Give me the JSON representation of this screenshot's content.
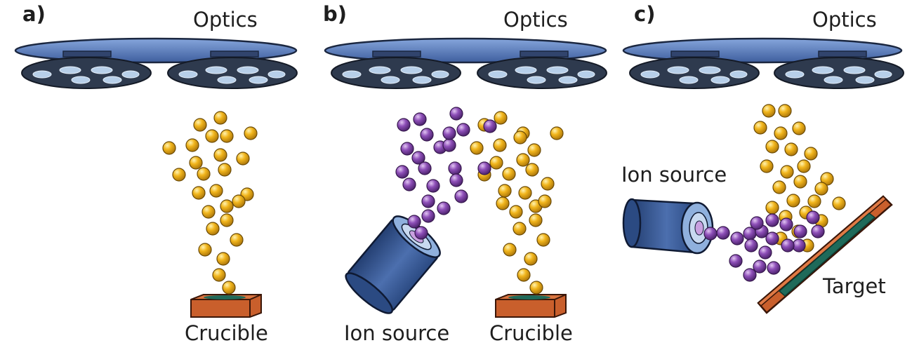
{
  "panels": [
    {
      "id": "a",
      "panel_label": "a)",
      "optics_label": "Optics",
      "labels": {
        "crucible": "Crucible"
      }
    },
    {
      "id": "b",
      "panel_label": "b)",
      "optics_label": "Optics",
      "labels": {
        "ion_source": "Ion source",
        "crucible": "Crucible"
      }
    },
    {
      "id": "c",
      "panel_label": "c)",
      "optics_label": "Optics",
      "labels": {
        "ion_source": "Ion source",
        "target": "Target"
      }
    }
  ],
  "colors": {
    "optics_plate": "#4e72b8",
    "optics_dark": "#2e3a4e",
    "lens": "#b7cfe9",
    "gold_particle": "#f1b51c",
    "purple_particle": "#8e4fb8",
    "crucible": "#c95f2c",
    "crucible_melt": "#1f6a5a",
    "ion_source": "#3a5c9a"
  }
}
